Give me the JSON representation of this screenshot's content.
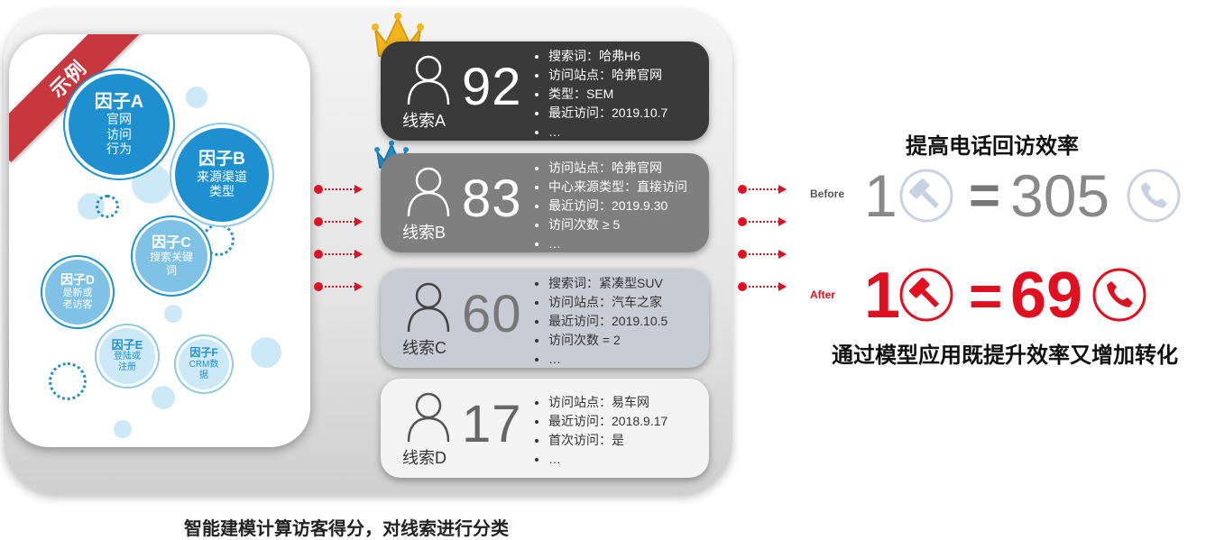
{
  "factors": {
    "ribbon": "示例",
    "items": [
      {
        "title": "因子A",
        "sub": "官网访问行为"
      },
      {
        "title": "因子B",
        "sub": "来源渠道类型"
      },
      {
        "title": "因子C",
        "sub": "搜索关键词"
      },
      {
        "title": "因子D",
        "sub": "是新或老访客"
      },
      {
        "title": "因子E",
        "sub": "登陆或注册"
      },
      {
        "title": "因子F",
        "sub": "CRM数据"
      }
    ]
  },
  "leads": [
    {
      "label": "线索A",
      "score": "92",
      "details": [
        "搜索词：哈弗H6",
        "访问站点：哈弗官网",
        "类型：SEM",
        "最近访问：2019.10.7",
        "…"
      ]
    },
    {
      "label": "线索B",
      "score": "83",
      "details": [
        "访问站点：哈弗官网",
        "中心来源类型：直接访问",
        "最近访问：2019.9.30",
        "访问次数 ≥ 5",
        "…"
      ]
    },
    {
      "label": "线索C",
      "score": "60",
      "details": [
        "搜索词：紧凑型SUV",
        "访问站点：汽车之家",
        "最近访问：2019.10.5",
        "访问次数 = 2",
        "…"
      ]
    },
    {
      "label": "线索D",
      "score": "17",
      "details": [
        "访问站点：易车网",
        "最近访问：2018.9.17",
        "首次访问：是",
        "…"
      ]
    }
  ],
  "caption": "智能建模计算访客得分，对线索进行分类",
  "comparison": {
    "title": "提高电话回访效率",
    "before": {
      "label": "Before",
      "left": "1",
      "eq": "=",
      "right": "305"
    },
    "after": {
      "label": "After",
      "left": "1",
      "eq": "=",
      "right": "69"
    },
    "conclusion": "通过模型应用既提升效率又增加转化"
  },
  "colors": {
    "accent_red": "#e01020",
    "factor_blue": "#1f90cf",
    "ribbon_red": "#c8373d"
  },
  "icons": [
    "crown-icon",
    "person-icon",
    "gavel-icon",
    "phone-icon"
  ]
}
